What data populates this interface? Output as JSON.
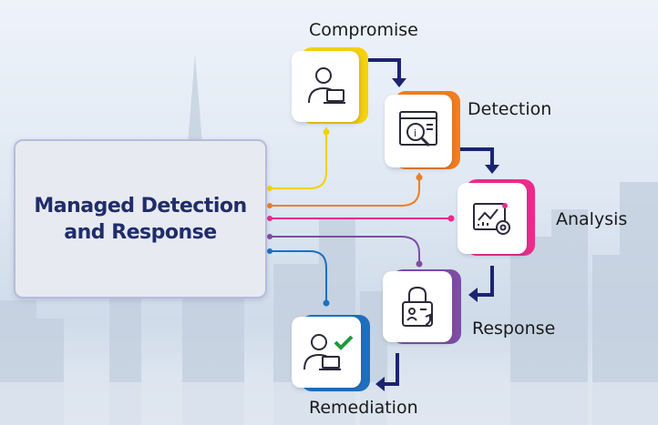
{
  "title_line1": "Managed Detection",
  "title_line2": "and Response",
  "steps": [
    {
      "label": "Compromise",
      "color": "#f5d10b",
      "icon": "user-laptop-icon"
    },
    {
      "label": "Detection",
      "color": "#f47d1e",
      "icon": "magnifier-window-icon"
    },
    {
      "label": "Analysis",
      "color": "#ee2a8c",
      "icon": "analytics-dashboard-icon"
    },
    {
      "label": "Response",
      "color": "#7e4da5",
      "icon": "lock-user-icon"
    },
    {
      "label": "Remediation",
      "color": "#1e6fbf",
      "icon": "user-check-icon"
    }
  ],
  "arrow_color": "#1b2470",
  "title_color": "#1f2d6b"
}
